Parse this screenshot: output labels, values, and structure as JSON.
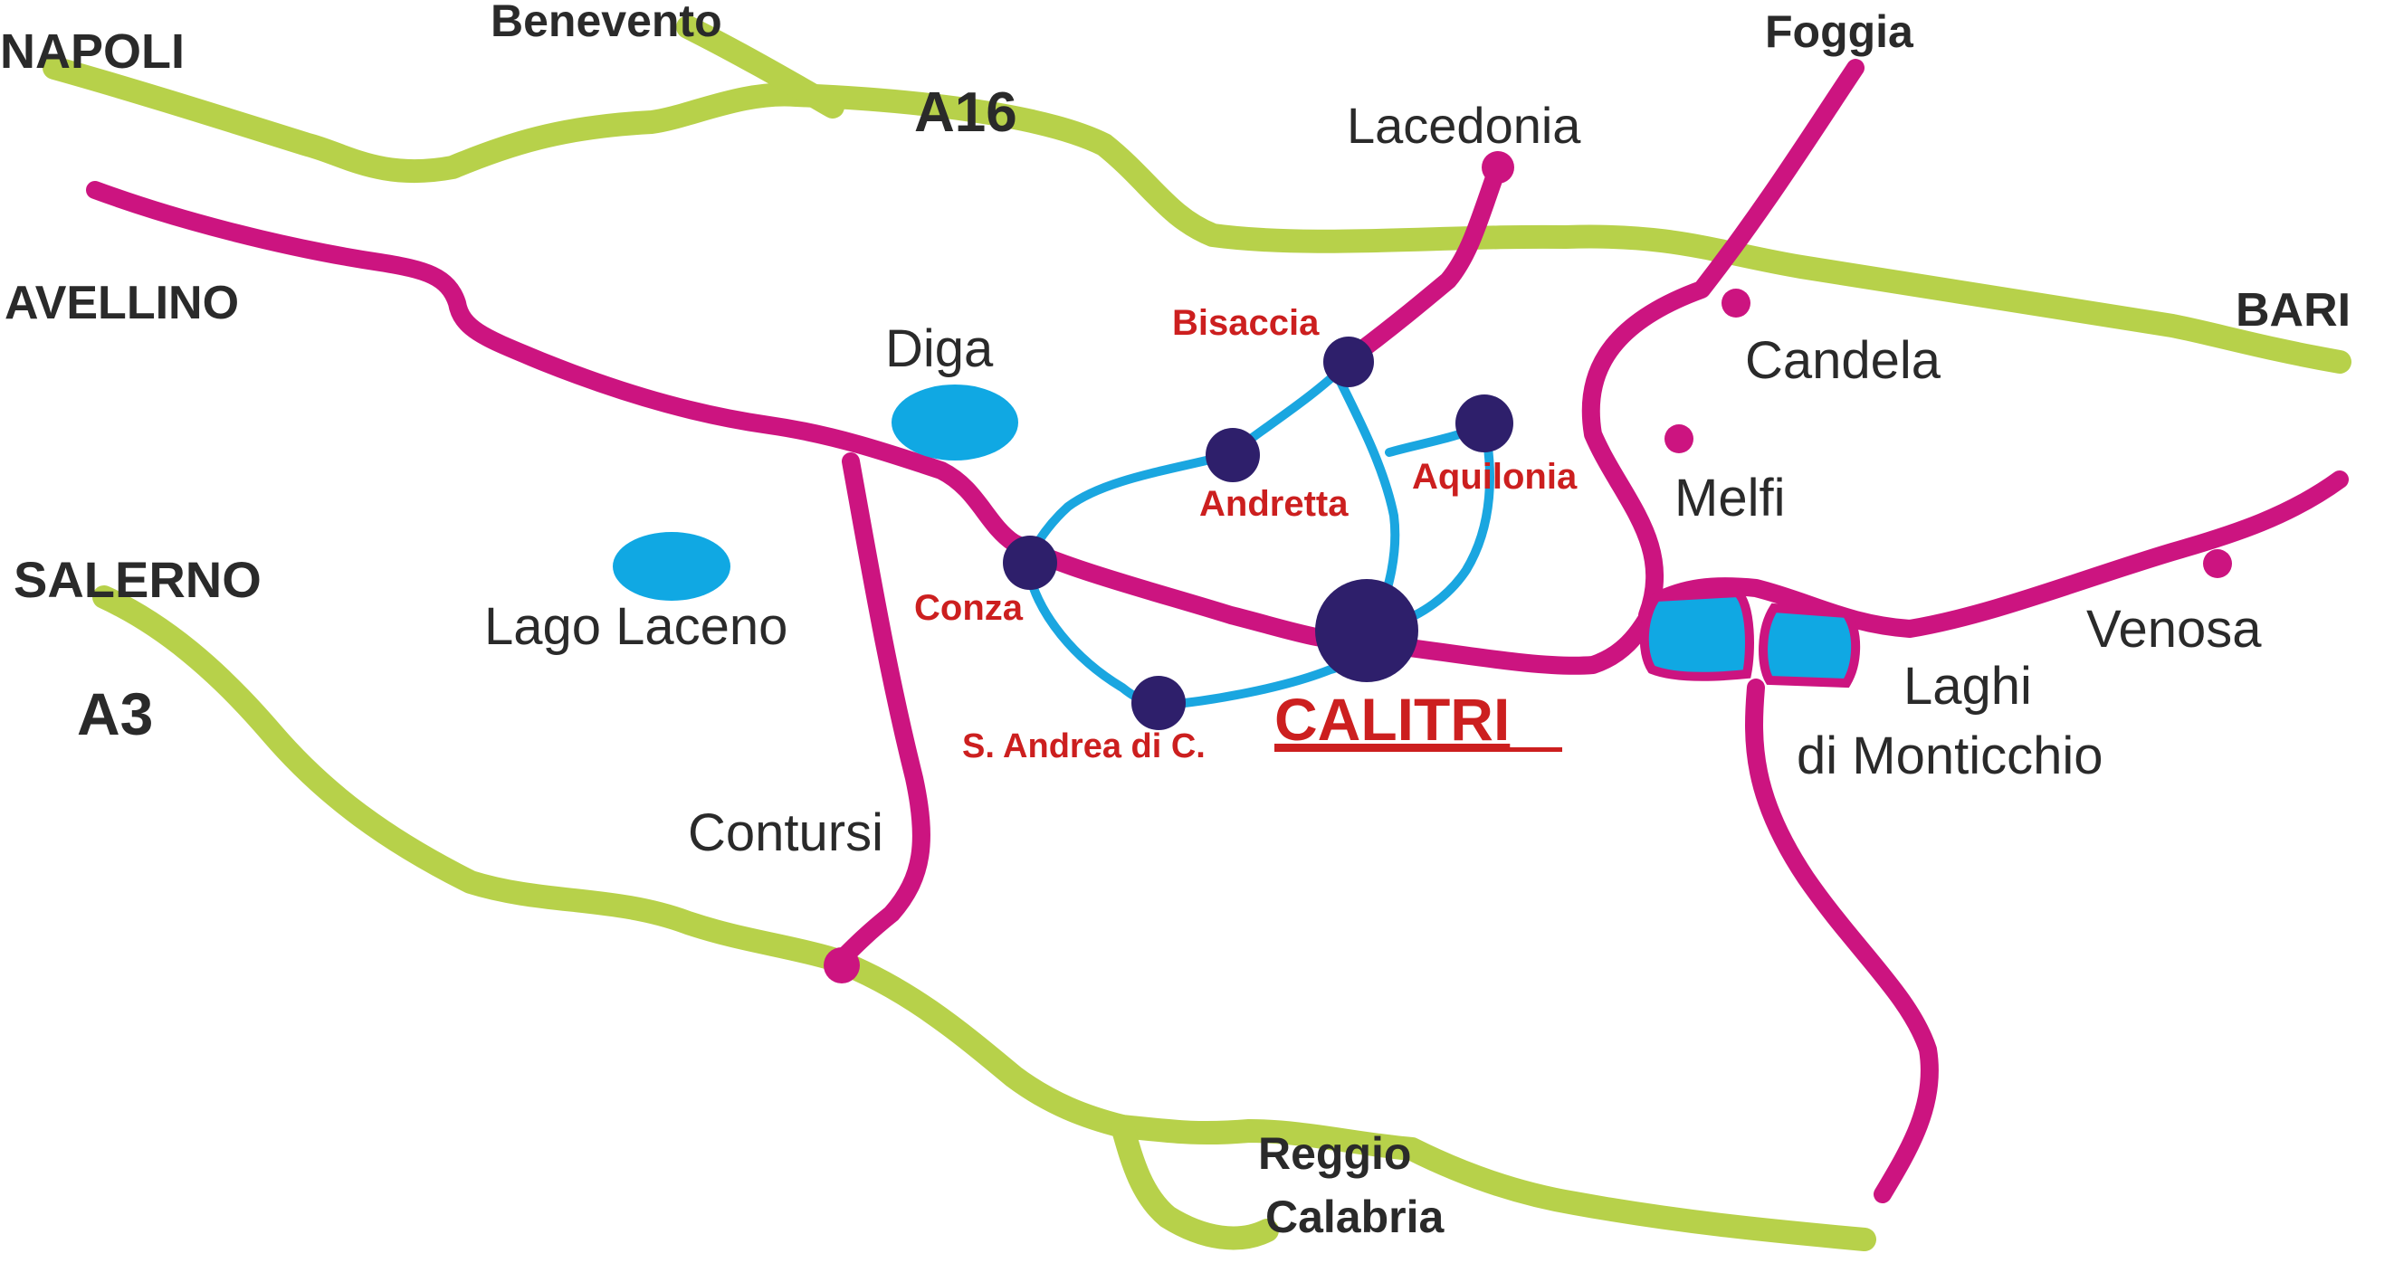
{
  "colors": {
    "highway": "#b7d14a",
    "main_road": "#cc1480",
    "local_road": "#1aa6e0",
    "water": "#10a8e3",
    "town_dot": "#2e1f6b",
    "local_label": "#cc1f1f",
    "label": "#2a2a2a"
  },
  "labels": {
    "napoli": "NAPOLI",
    "benevento": "Benevento",
    "foggia": "Foggia",
    "a16": "A16",
    "lacedonia": "Lacedonia",
    "avellino": "AVELLINO",
    "bari": "BARI",
    "diga": "Diga",
    "candela": "Candela",
    "bisaccia": "Bisaccia",
    "andretta": "Andretta",
    "aquilonia": "Aquilonia",
    "melfi": "Melfi",
    "salerno": "SALERNO",
    "lago_laceno": "Lago Laceno",
    "conza": "Conza",
    "venosa": "Venosa",
    "a3": "A3",
    "calitri": "CALITRI",
    "laghi_monticchio_line1": "Laghi",
    "laghi_monticchio_line2": "di Monticchio",
    "s_andrea": "S. Andrea di C.",
    "contursi": "Contursi",
    "reggio_line1": "Reggio",
    "reggio_line2": "Calabria"
  }
}
